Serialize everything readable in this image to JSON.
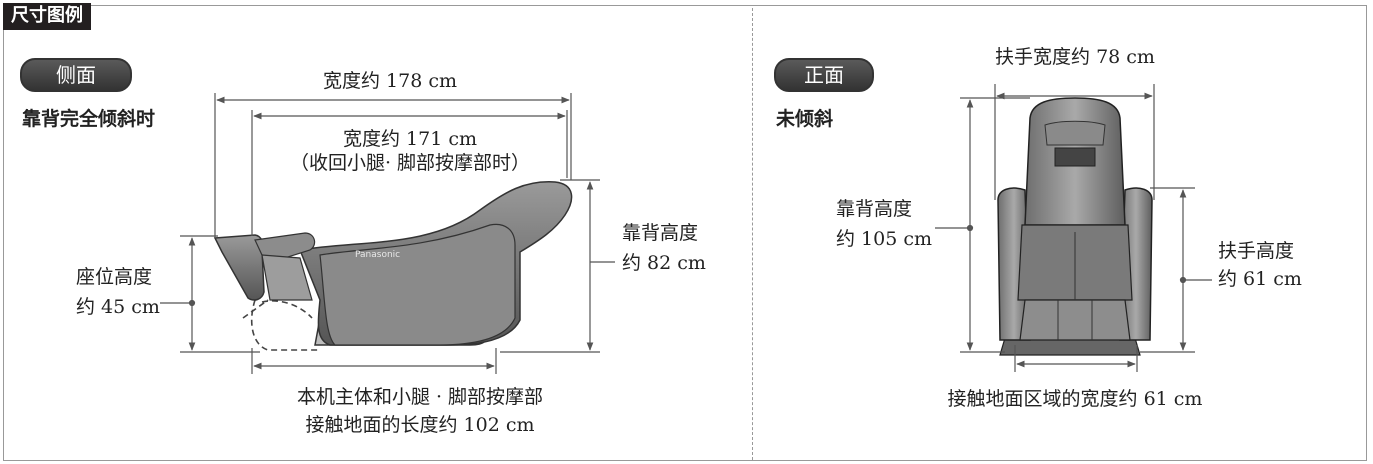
{
  "header": {
    "title": "尺寸图例"
  },
  "side": {
    "badge": "侧面",
    "subtitle": "靠背完全倾斜时",
    "width_total": "宽度约 178 cm",
    "width_retracted": "宽度约 171 cm",
    "width_retracted_note": "（收回小腿· 脚部按摩部时）",
    "backrest_height_line1": "靠背高度",
    "backrest_height_line2": "约 82 cm",
    "seat_height_line1": "座位高度",
    "seat_height_line2": "约 45 cm",
    "floor_length_line1": "本机主体和小腿 · 脚部按摩部",
    "floor_length_line2": "接触地面的长度约 102 cm",
    "logo_text": "Panasonic"
  },
  "front": {
    "badge": "正面",
    "subtitle": "未倾斜",
    "armrest_width": "扶手宽度约 78 cm",
    "backrest_height_line1": "靠背高度",
    "backrest_height_line2": "约 105 cm",
    "armrest_height_line1": "扶手高度",
    "armrest_height_line2": "约 61 cm",
    "floor_width": "接触地面区域的宽度约 61 cm"
  }
}
